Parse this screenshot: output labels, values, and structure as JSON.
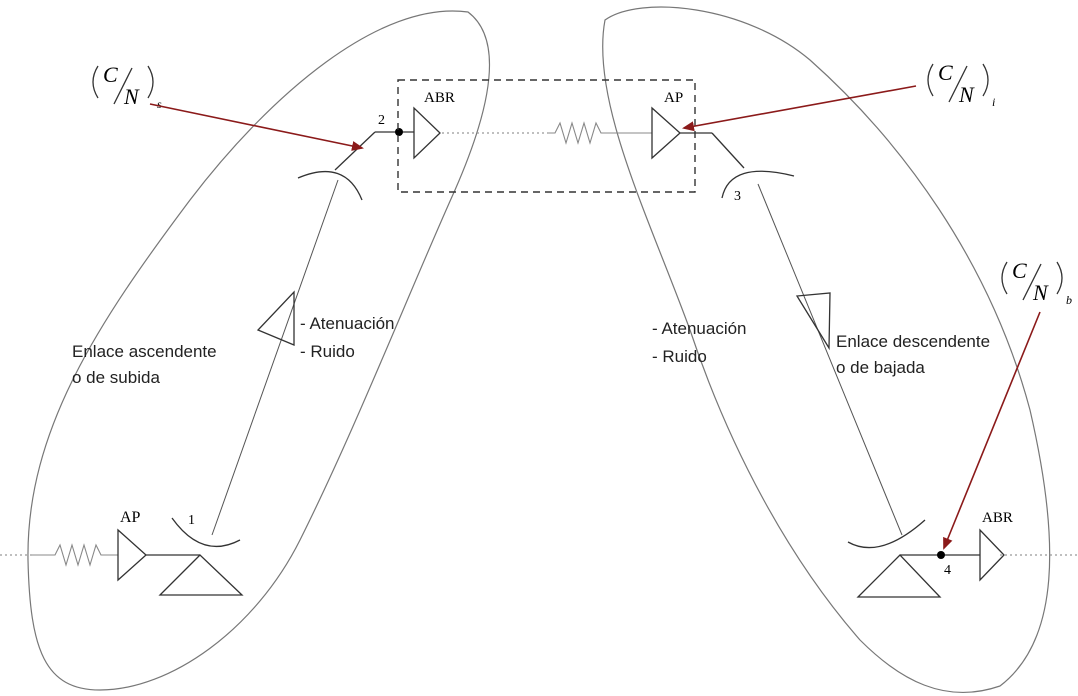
{
  "labels": {
    "cn_s": {
      "main": "C",
      "den": "N",
      "sub": "s"
    },
    "cn_i": {
      "main": "C",
      "den": "N",
      "sub": "i"
    },
    "cn_b": {
      "main": "C",
      "den": "N",
      "sub": "b"
    },
    "point_1": "1",
    "point_2": "2",
    "point_3": "3",
    "point_4": "4",
    "sat_abr": "ABR",
    "sat_ap": "AP",
    "ground_left_ap": "AP",
    "ground_right_abr": "ABR",
    "uplink_effects": [
      "- Atenuación",
      "- Ruido"
    ],
    "downlink_effects": [
      "- Atenuación",
      "- Ruido"
    ],
    "uplink_title": [
      "Enlace ascendente",
      "o de subida"
    ],
    "downlink_title": [
      "Enlace descendente",
      "o de bajada"
    ]
  }
}
